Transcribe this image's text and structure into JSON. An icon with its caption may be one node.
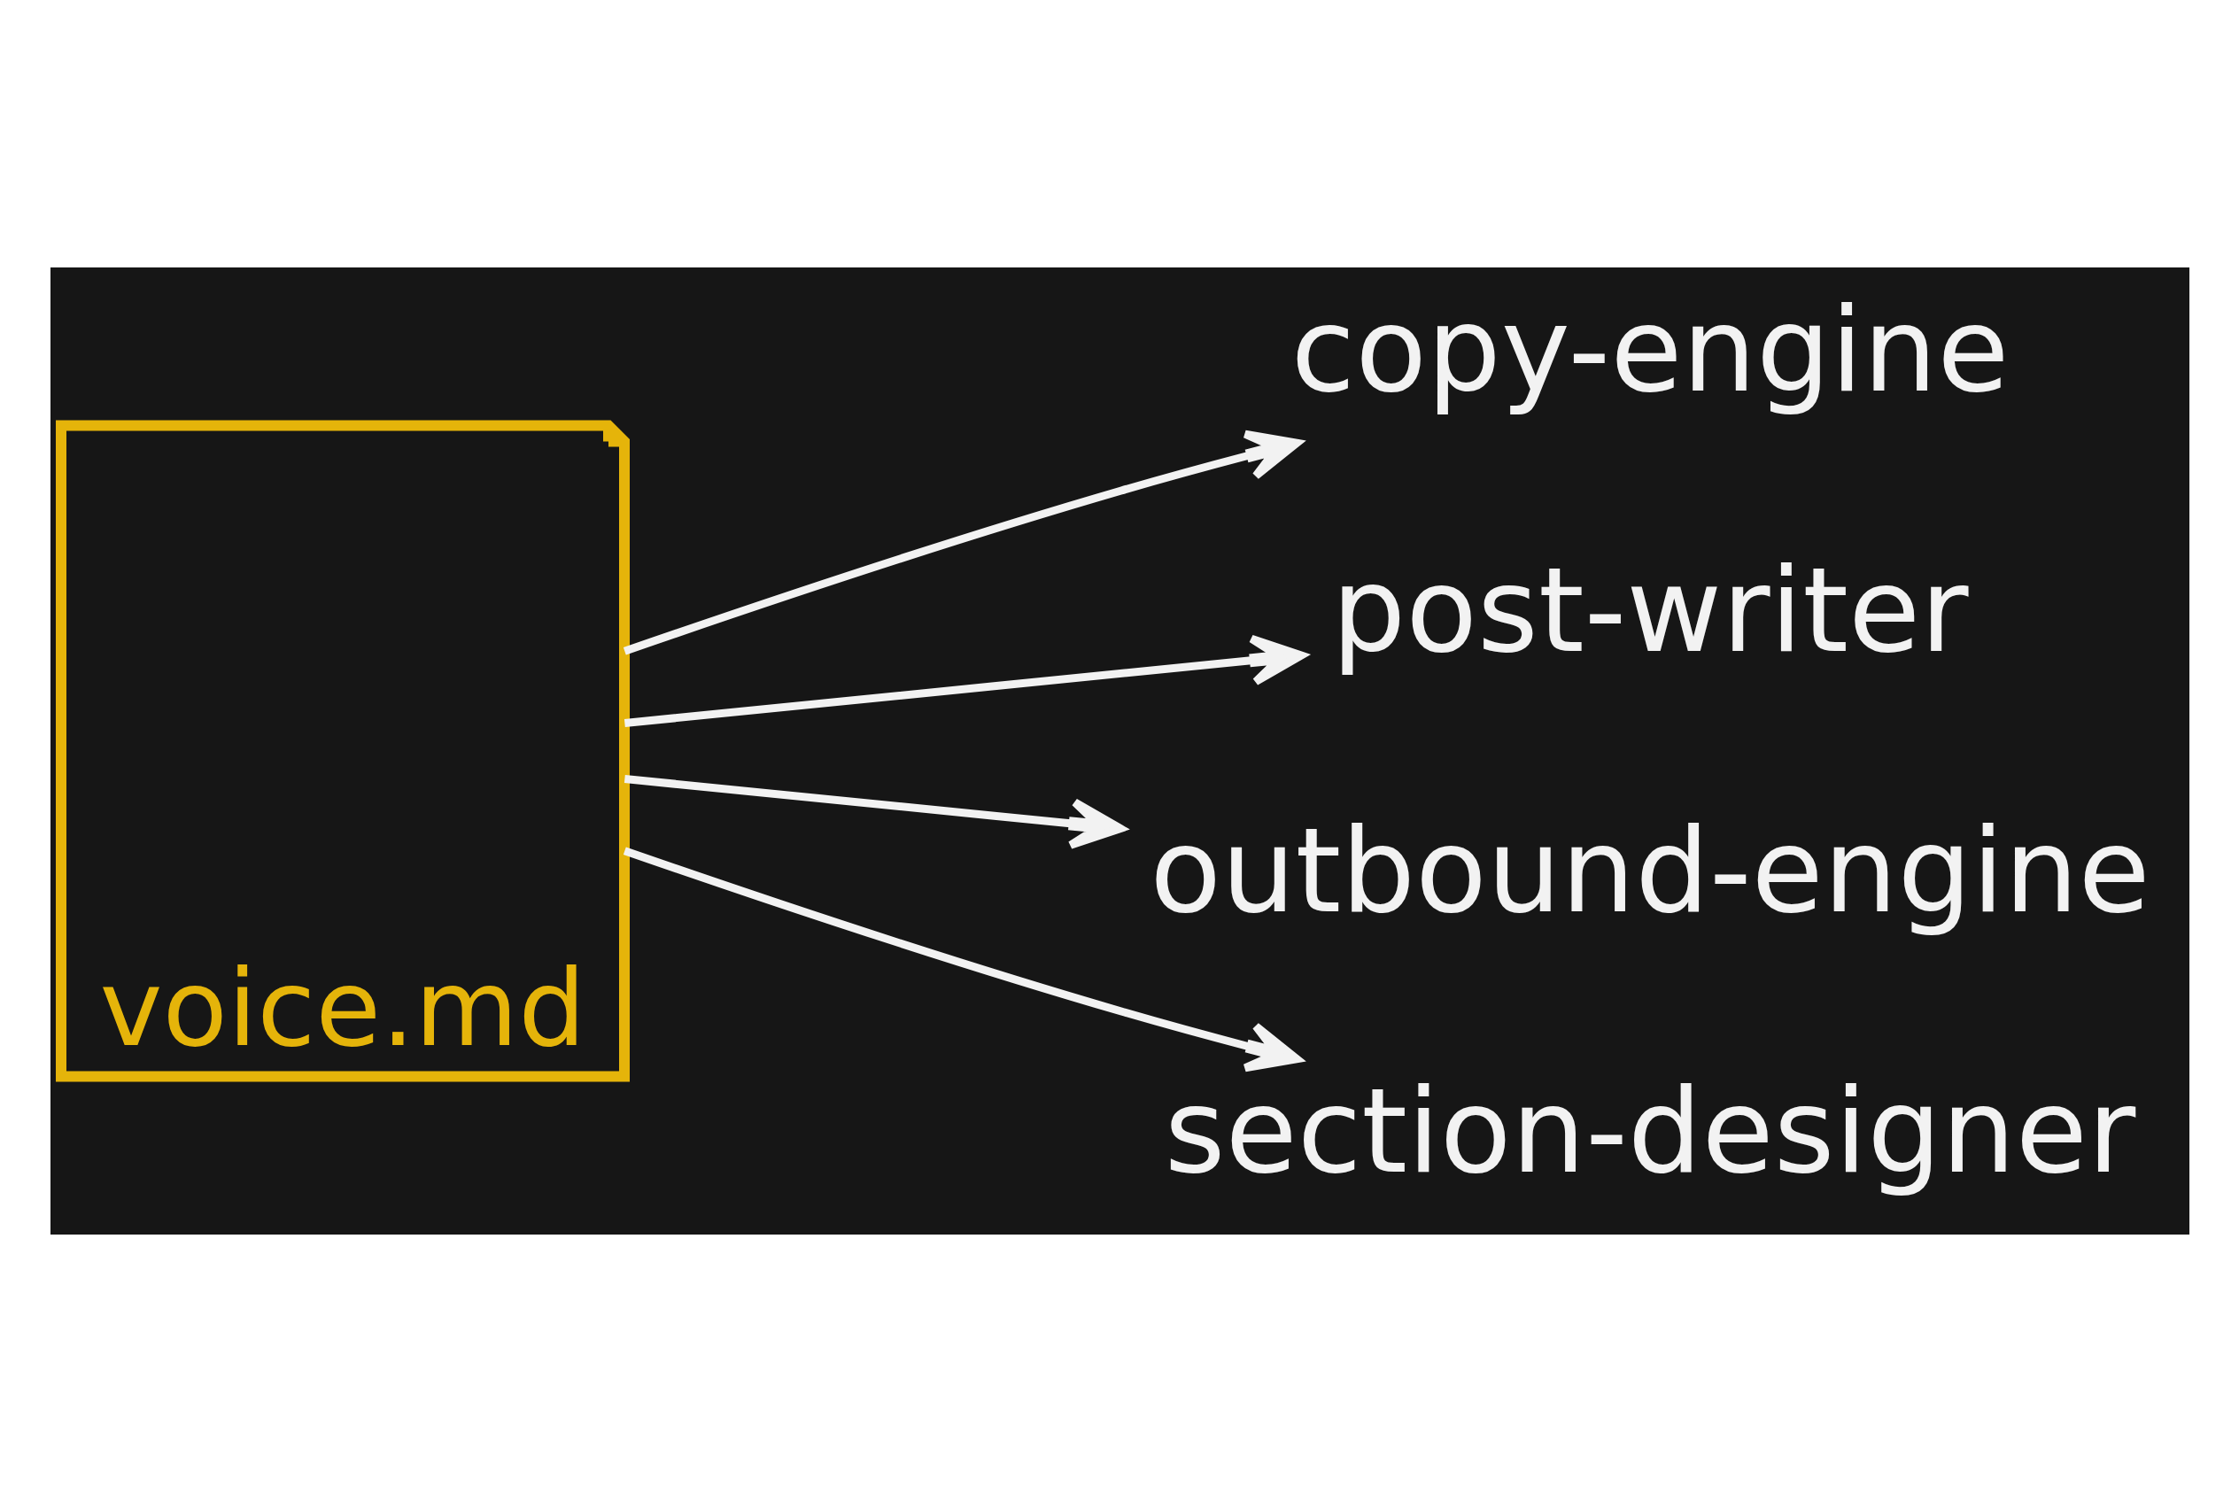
{
  "diagram": {
    "nodes": [
      {
        "text": [
          "voice.md"
        ]
      },
      {
        "text": [
          "copy-engine"
        ]
      },
      {
        "text": [
          "post-writer"
        ]
      },
      {
        "text": [
          "outbound-engine"
        ]
      },
      {
        "text": [
          "section-designer"
        ]
      }
    ],
    "edges": [
      {
        "from": 0,
        "to": 1,
        "arrow": "to"
      },
      {
        "from": 0,
        "to": 2,
        "arrow": "to"
      },
      {
        "from": 0,
        "to": 3,
        "arrow": "to"
      },
      {
        "from": 0,
        "to": 4,
        "arrow": "to"
      }
    ]
  }
}
